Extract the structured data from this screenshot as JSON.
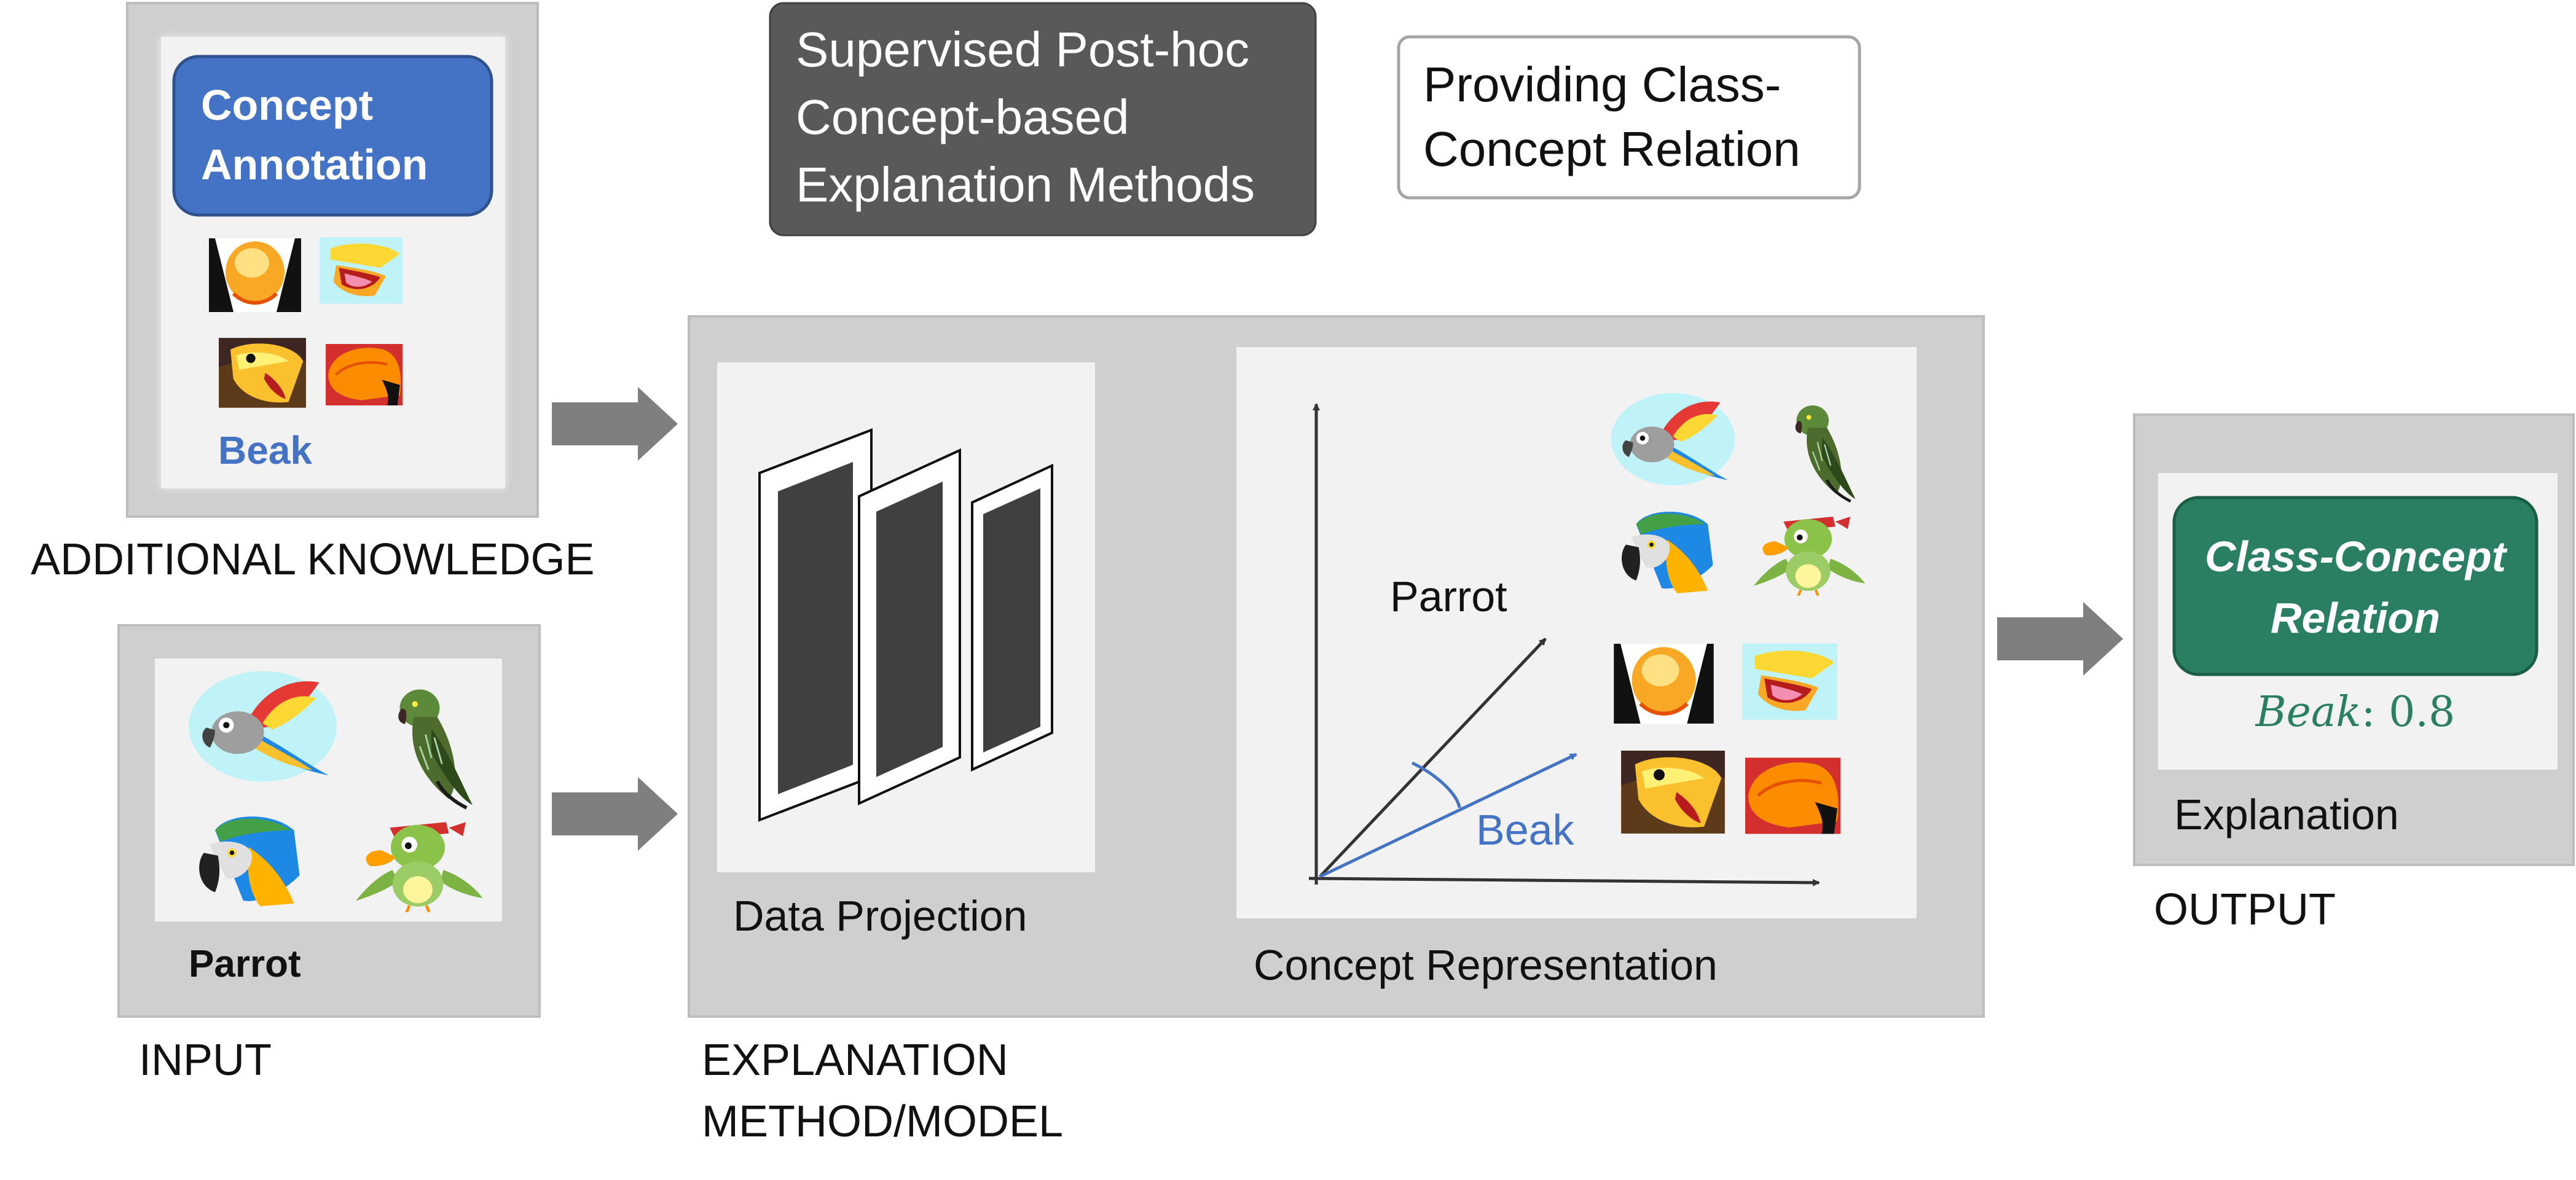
{
  "header": {
    "method_box": [
      "Supervised Post-hoc",
      "Concept-based",
      "Explanation Methods"
    ],
    "relation_box": [
      "Providing Class-",
      "Concept Relation"
    ]
  },
  "additional_knowledge": {
    "annotation_title": [
      "Concept",
      "Annotation"
    ],
    "concept_label": "Beak",
    "section_label": "ADDITIONAL KNOWLEDGE"
  },
  "input": {
    "class_label": "Parrot",
    "section_label": "INPUT"
  },
  "explanation_method": {
    "projection_label": "Data Projection",
    "representation_label": "Concept Representation",
    "vector_class_label": "Parrot",
    "vector_concept_label": "Beak",
    "section_label": [
      "EXPLANATION",
      "METHOD/MODEL"
    ]
  },
  "output": {
    "result_title": [
      "Class-Concept",
      "Relation"
    ],
    "result_concept": "Beak",
    "result_value": ": 0.8",
    "explanation_label": "Explanation",
    "section_label": "OUTPUT"
  },
  "colors": {
    "annotation_blue": "#4472C4",
    "relation_green": "#2A7F62",
    "panel_gray": "#D0CFCF",
    "inner_panel": "#F2F2F2",
    "arrow_gray": "#7F7F7F",
    "method_box_dark": "#595959"
  },
  "icons": [
    "parrot-flying-icon",
    "parrot-perched-icon",
    "macaw-head-icon",
    "cartoon-parrot-icon",
    "beak-icon"
  ]
}
